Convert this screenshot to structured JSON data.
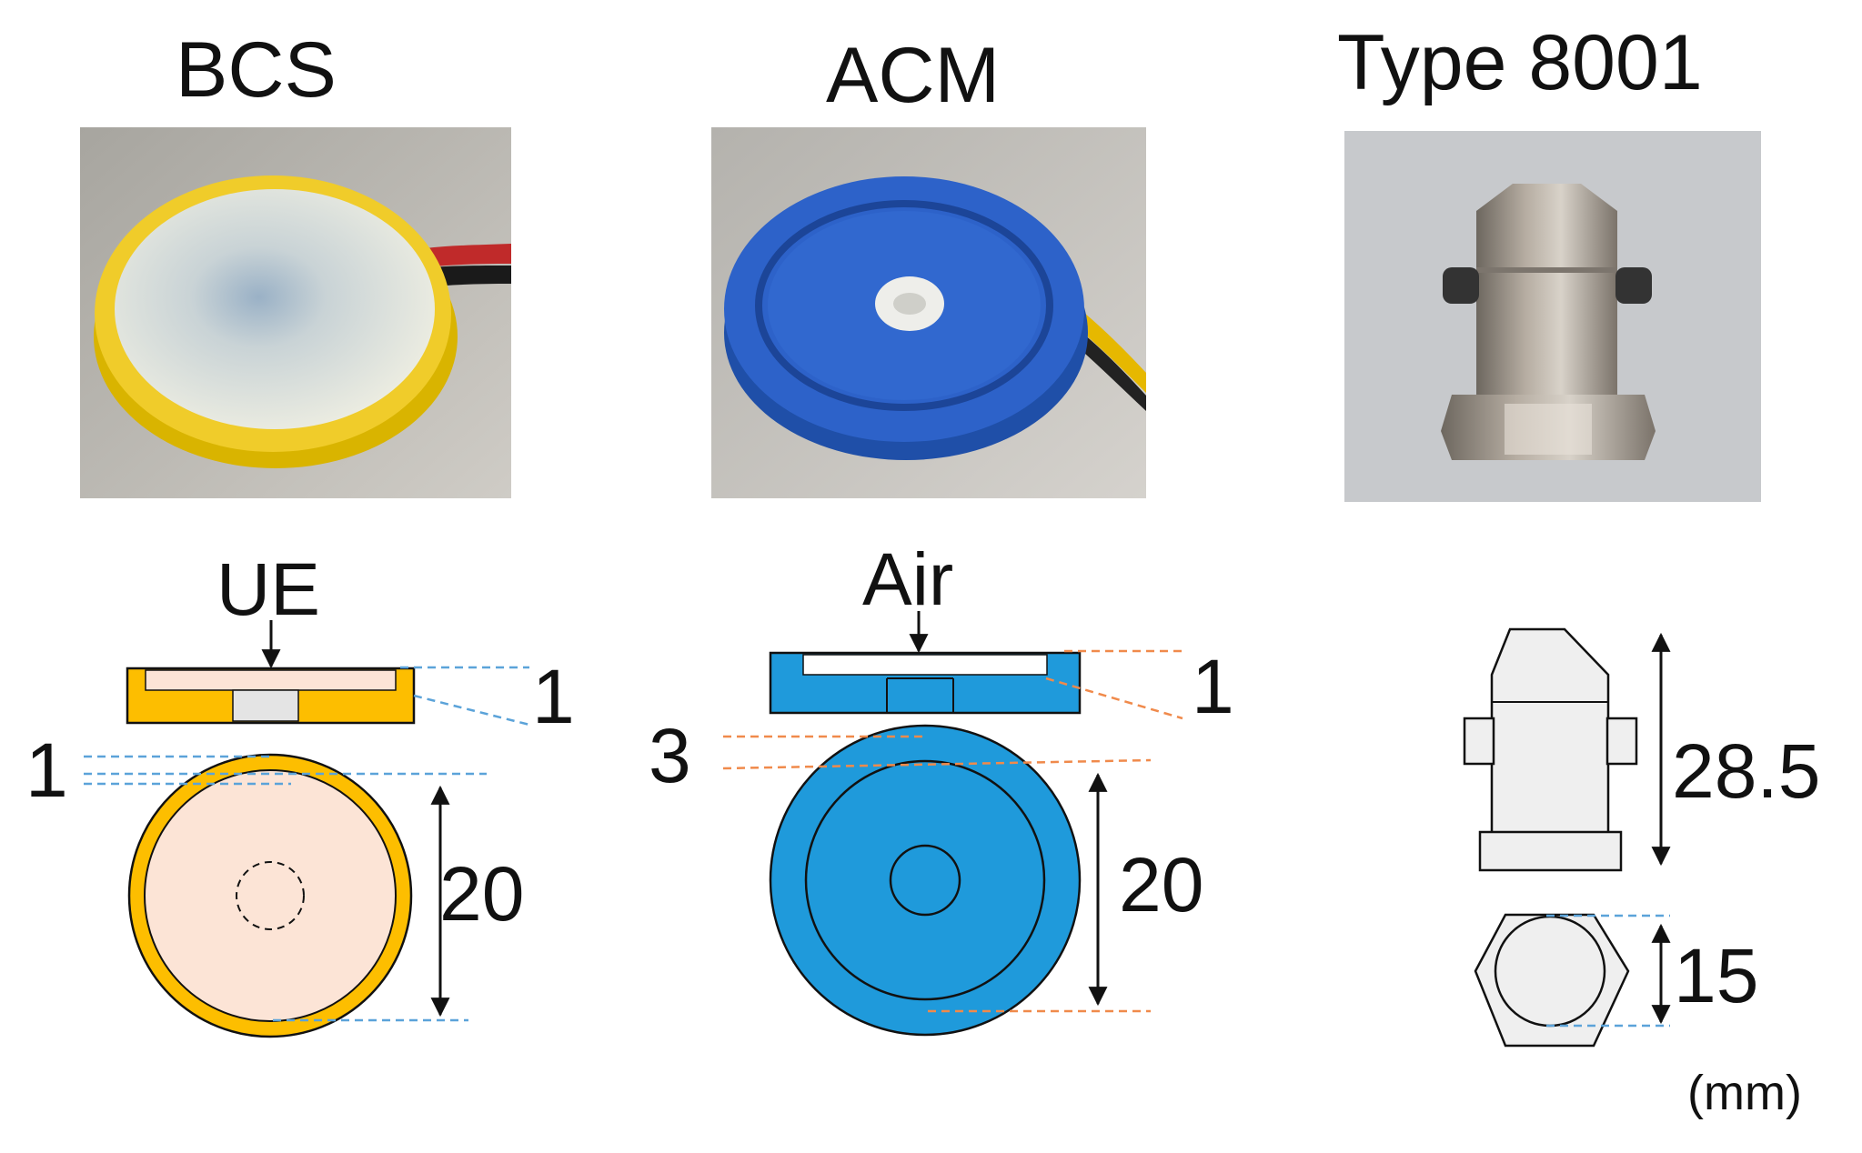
{
  "titles": {
    "bcs": "BCS",
    "acm": "ACM",
    "type8001": "Type 8001"
  },
  "bcs": {
    "input_label": "UE",
    "thickness_label": "1",
    "wall_label": "1",
    "diameter_label": "20"
  },
  "acm": {
    "input_label": "Air",
    "thickness_label": "1",
    "rim_label": "3",
    "diameter_label": "20"
  },
  "type8001": {
    "height_label": "28.5",
    "width_label": "15"
  },
  "unit_label": "(mm)",
  "colors": {
    "bcs_body": "#FDBE00",
    "bcs_fill": "#FCE4D6",
    "acm_body": "#1F9ADB",
    "sensor_fill": "#EFEFEF",
    "bcs_dash": "#5BA3D9",
    "acm_dash": "#F08A4B"
  }
}
